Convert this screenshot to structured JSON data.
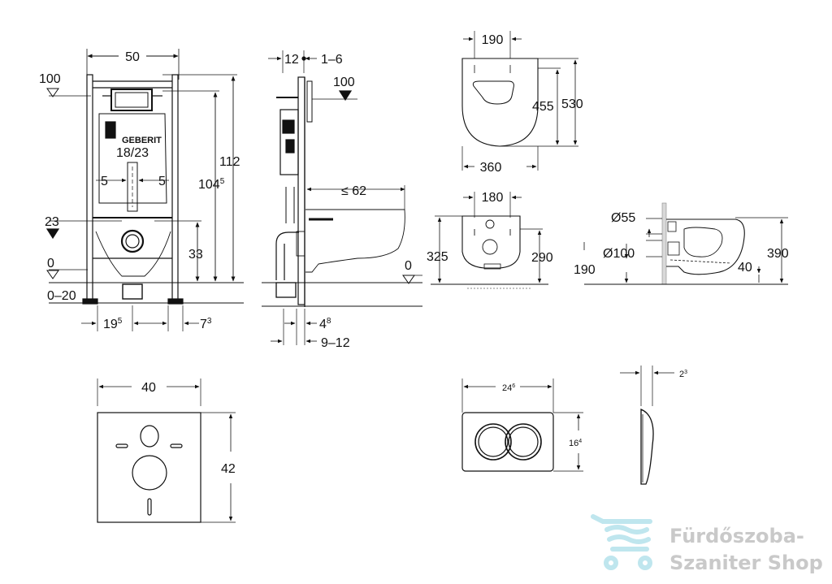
{
  "frame_front": {
    "width": "50",
    "level_top": "100",
    "brand": "GEBERIT",
    "pipe_height": "18/23",
    "pipe_offset_left": "5",
    "pipe_offset_right": "5",
    "level_mid": "23",
    "level_floor": "0",
    "floor_range": "0–20",
    "height_total": "112",
    "height_inner": "104",
    "height_inner_sup": "5",
    "height_outlet": "33",
    "foot_left": "19",
    "foot_left_sup": "5",
    "foot_right": "7",
    "foot_right_sup": "3"
  },
  "frame_side": {
    "offset_top": "12",
    "wall_range": "1–6",
    "level_top": "100",
    "bowl_depth": "≤ 62",
    "level_floor": "0",
    "bottom_a": "4",
    "bottom_a_sup": "8",
    "bottom_b": "9–12"
  },
  "bowl_top": {
    "seat_width": "190",
    "depth_inner": "455",
    "depth_total": "530",
    "width": "360"
  },
  "bowl_back": {
    "holes_spacing": "180",
    "height_left": "325",
    "height_right": "290"
  },
  "bowl_side": {
    "diameter_small": "Ø55",
    "diameter_large": "Ø100",
    "floor_height": "190",
    "rim": "40",
    "height_total": "390"
  },
  "plate": {
    "width": "40",
    "height": "42"
  },
  "button_front": {
    "width": "24",
    "width_sup": "6",
    "height": "16",
    "height_sup": "4"
  },
  "button_side": {
    "depth": "2",
    "depth_sup": "3"
  },
  "watermark": {
    "line1": "Fürdőszoba-",
    "line2": "Szaniter Shop",
    "color": "#bfe6ee"
  }
}
